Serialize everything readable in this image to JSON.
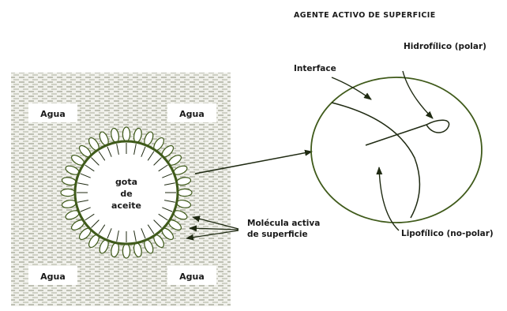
{
  "title": "AGENTE ACTIVO DE SUPERFICIE",
  "water_labels": [
    "Agua",
    "Agua",
    "Agua",
    "Agua"
  ],
  "droplet_label": [
    "gota",
    "de",
    "aceite"
  ],
  "molecule_label": [
    "Molécula activa",
    "de superficie"
  ],
  "interface_label": "Interface",
  "hydrophilic_label": "Hidrofílico (polar)",
  "lipophilic_label": "Lipofílico (no-polar)",
  "colors": {
    "line": "#1f2a12",
    "droplet_ring": "#3f5a1a",
    "water_hatch": "#8a8f7a",
    "text": "#1a1a1a"
  }
}
